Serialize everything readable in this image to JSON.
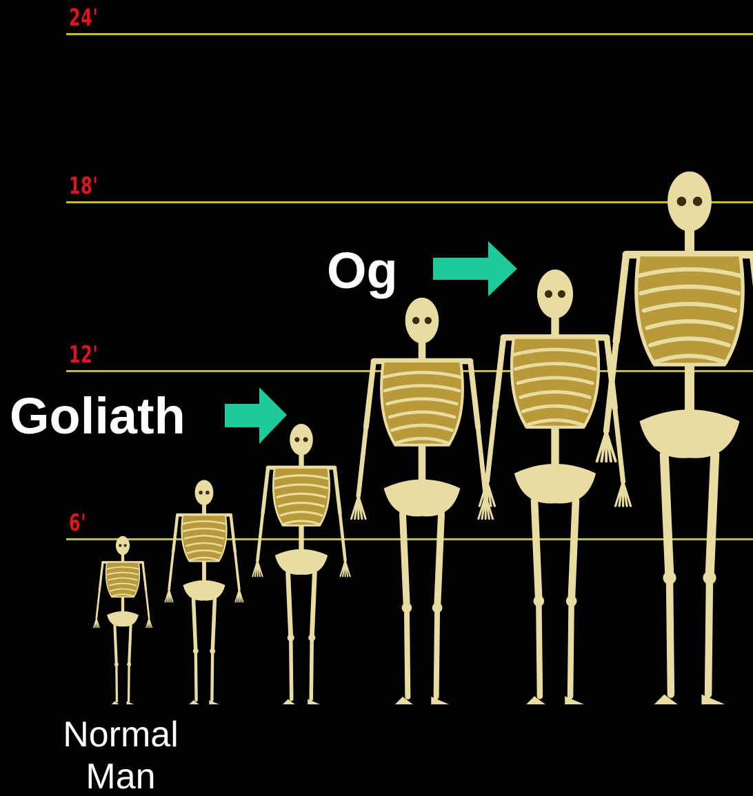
{
  "scale": {
    "marks": [
      {
        "label": "24'",
        "feet": 24
      },
      {
        "label": "18'",
        "feet": 18
      },
      {
        "label": "12'",
        "feet": 12
      },
      {
        "label": "6'",
        "feet": 6
      }
    ],
    "line_color": "#c9c400",
    "label_color": "#e0141e"
  },
  "callouts": {
    "og": "Og",
    "goliath": "Goliath",
    "arrow_color": "#1ec99a"
  },
  "caption": {
    "line1": "Normal",
    "line2": "Man"
  },
  "skeletons": [
    {
      "name": "normal-man",
      "height_ft": 6
    },
    {
      "name": "skeleton-2",
      "height_ft": 8
    },
    {
      "name": "goliath",
      "height_ft": 10
    },
    {
      "name": "skeleton-4",
      "height_ft": 14.5
    },
    {
      "name": "og",
      "height_ft": 15.5
    },
    {
      "name": "skeleton-6",
      "height_ft": 19
    }
  ],
  "colors": {
    "bone": "#e8dca0",
    "bone_shadow": "#b89a3a"
  }
}
